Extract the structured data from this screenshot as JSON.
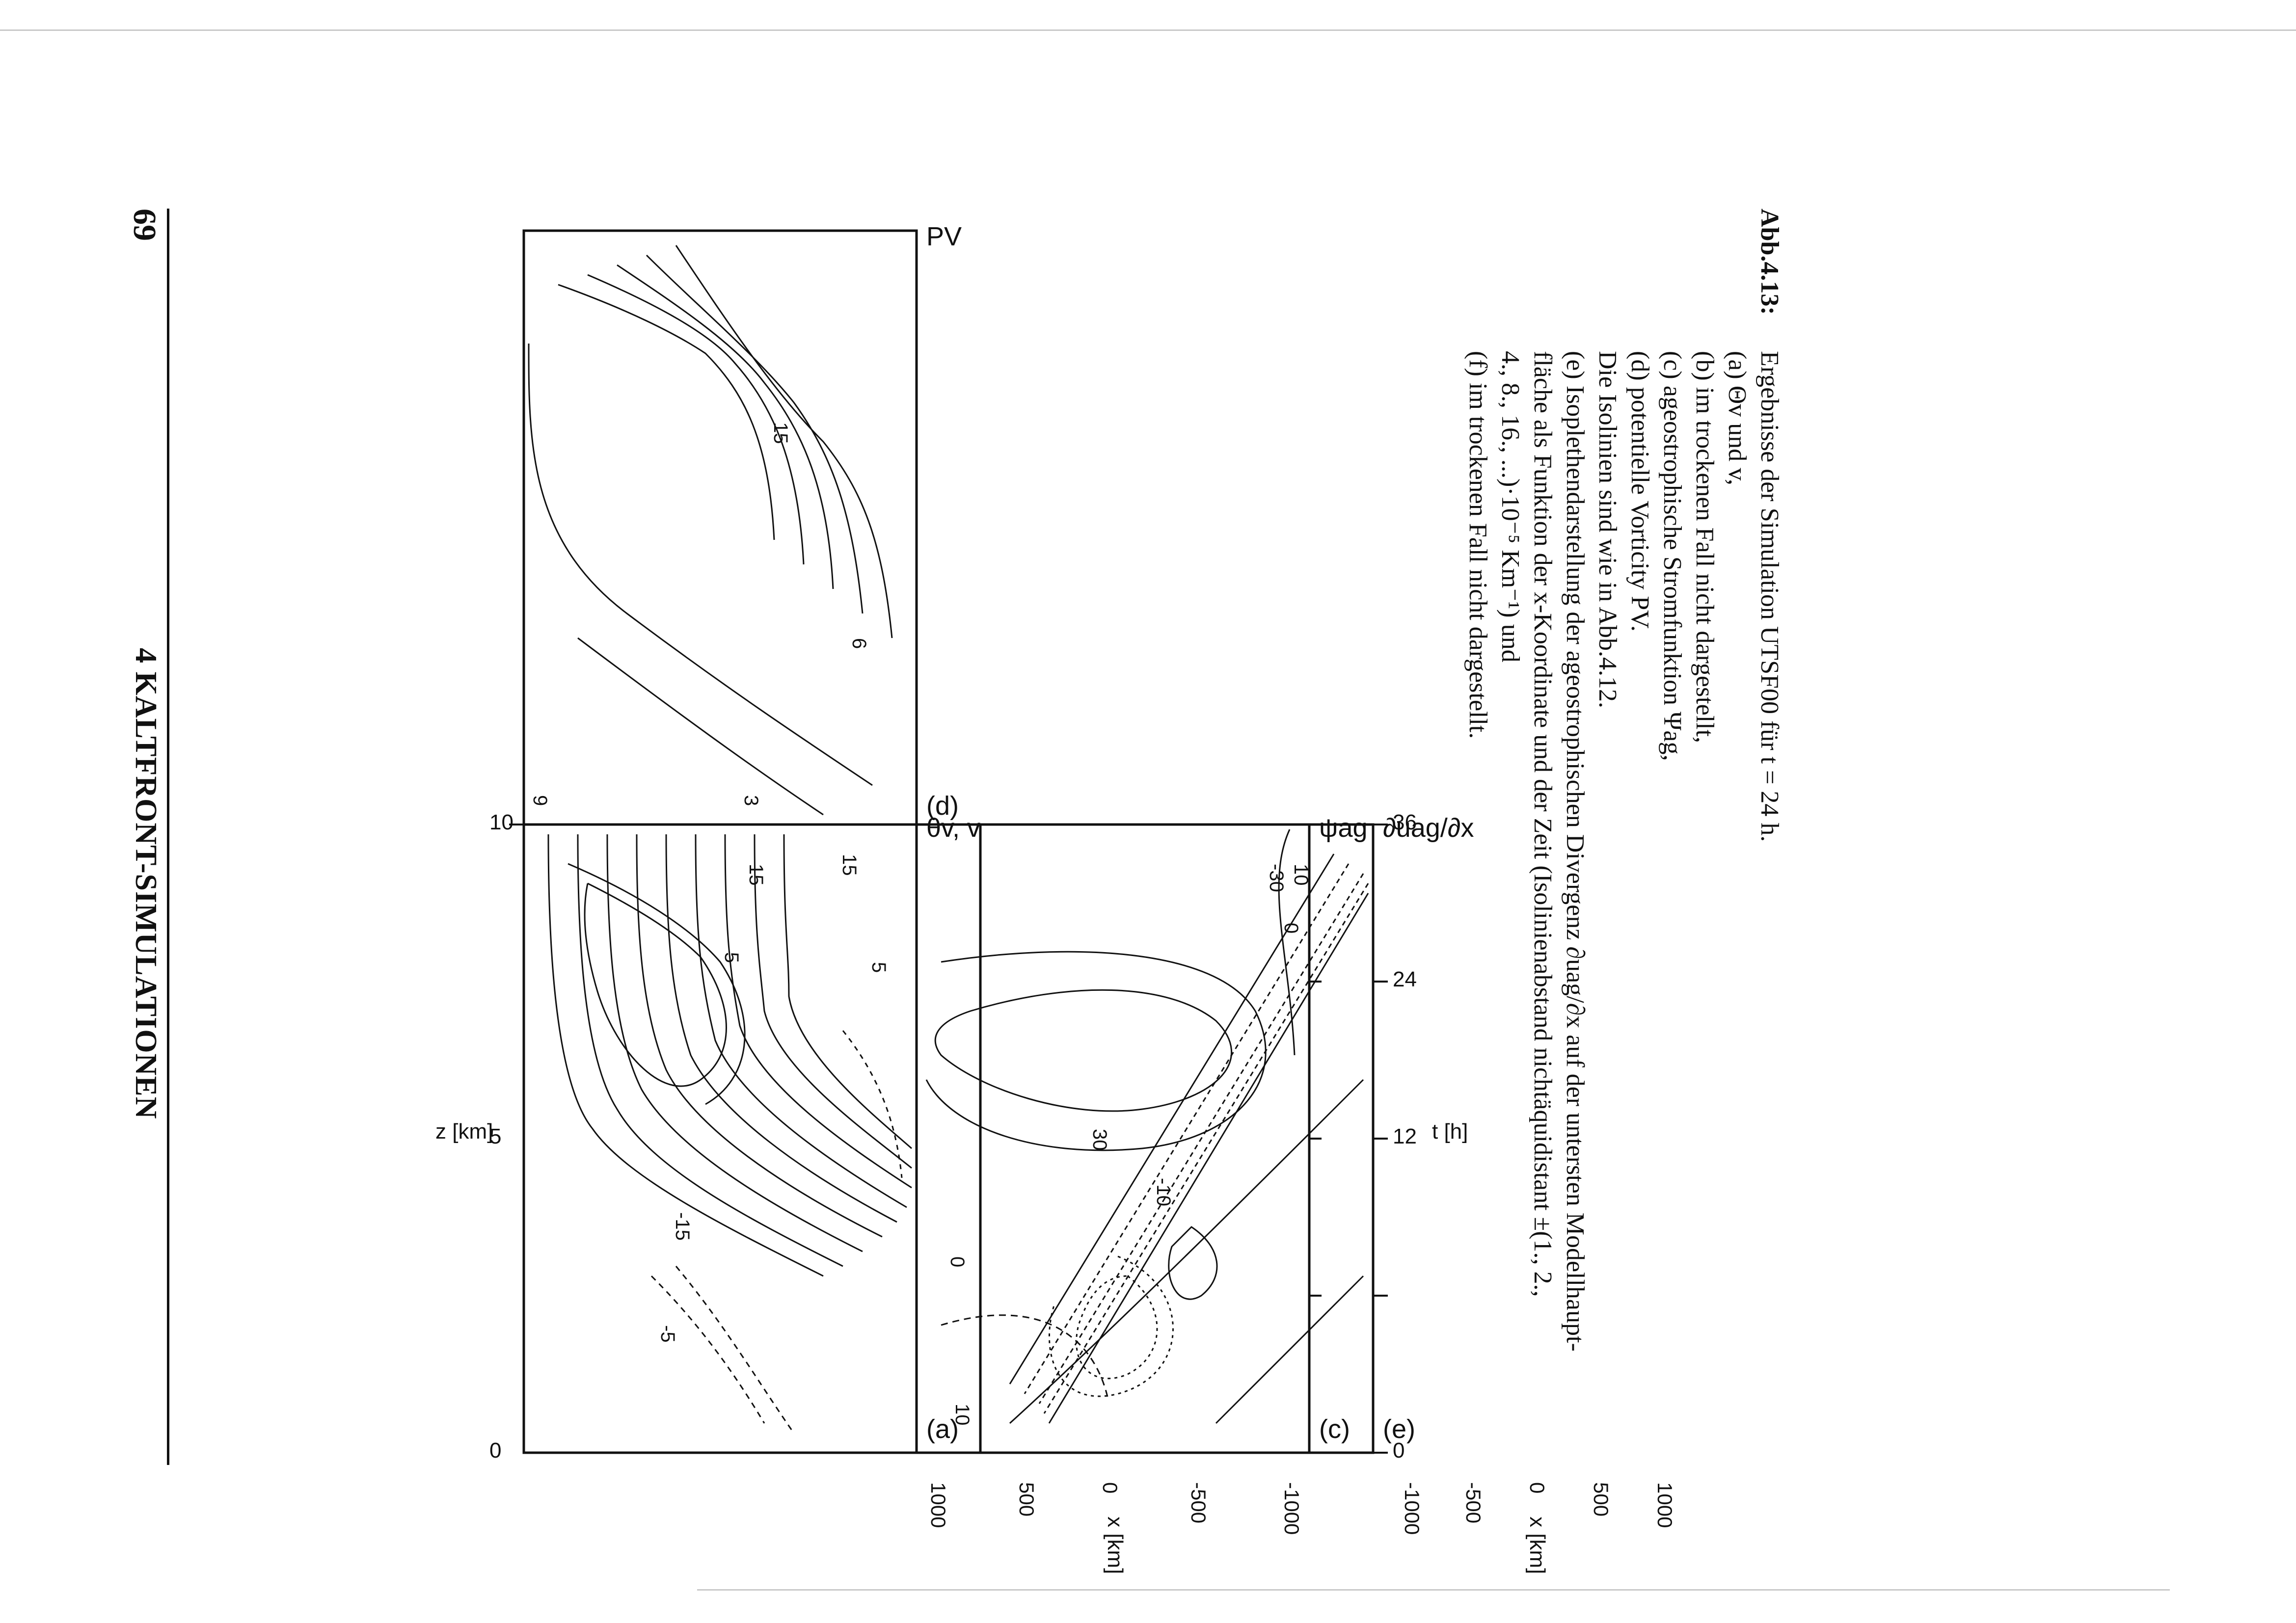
{
  "page": {
    "chapter": "4  KALTFRONT-SIMULATIONEN",
    "page_number": "69"
  },
  "panels": {
    "a": {
      "tag": "(a)",
      "var": "θv, v",
      "contour_labels": [
        "15",
        "5",
        "-15",
        "-5",
        "5",
        "15"
      ]
    },
    "c": {
      "tag": "(c)",
      "var": "ψag",
      "contour_labels": [
        "30",
        "-30",
        "10",
        "0",
        "-10",
        "0",
        "10"
      ]
    },
    "d": {
      "tag": "(d)",
      "var": "PV",
      "contour_labels": [
        "15",
        "9",
        "3",
        "6"
      ]
    },
    "e": {
      "tag": "(e)",
      "var": "∂uag/∂x"
    }
  },
  "axes": {
    "z_label": "z [km]",
    "t_label": "t [h]",
    "x_label_upper": "x [km]",
    "x_label_lower": "x [km]",
    "z_ticks": [
      "10",
      "5",
      "0"
    ],
    "t_ticks": [
      "36",
      "24",
      "12",
      "0"
    ],
    "x_ticks": [
      "-1000",
      "-500",
      "0",
      "500",
      "1000"
    ]
  },
  "caption": {
    "label": "Abb.4.13:",
    "lines": [
      "Ergebnisse der Simulation UTSF00 für t = 24 h.",
      "(a) Θv und v,",
      "(b) im trockenen Fall nicht dargestellt,",
      "(c) ageostrophische Stromfunktion Ψag,",
      "(d) potentielle Vorticity PV.",
      "Die Isolinien sind wie in Abb.4.12.",
      "(e) Isoplethendarstellung der ageostrophischen Divergenz ∂uag/∂x auf der untersten Modellhaupt-",
      "fläche als Funktion der x-Koordinate und der Zeit (Isolinienabstand nichtäquidistant ±(1., 2.,",
      "4., 8., 16., ...)·10⁻⁵ Km⁻¹) und",
      "(f) im trockenen Fall nicht dargestellt."
    ]
  }
}
